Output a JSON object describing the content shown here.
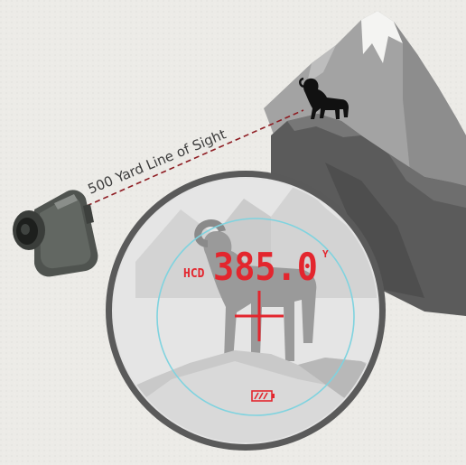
{
  "line_of_sight": {
    "label": "500 Yard Line of Sight"
  },
  "display": {
    "mode": "HCD",
    "distance": "385.0",
    "unit": "Y",
    "battery_icon": "battery-icon",
    "reticle_icon": "crosshair-icon"
  },
  "colors": {
    "background": "#ecebe7",
    "mountain": "#9a9a9a",
    "rock": "#5e5e5e",
    "lens_ring": "#5f5f5f",
    "lcd_red": "#e3262e",
    "reticle_circle": "#7fd3df",
    "line_of_sight": "#8e1c22"
  }
}
